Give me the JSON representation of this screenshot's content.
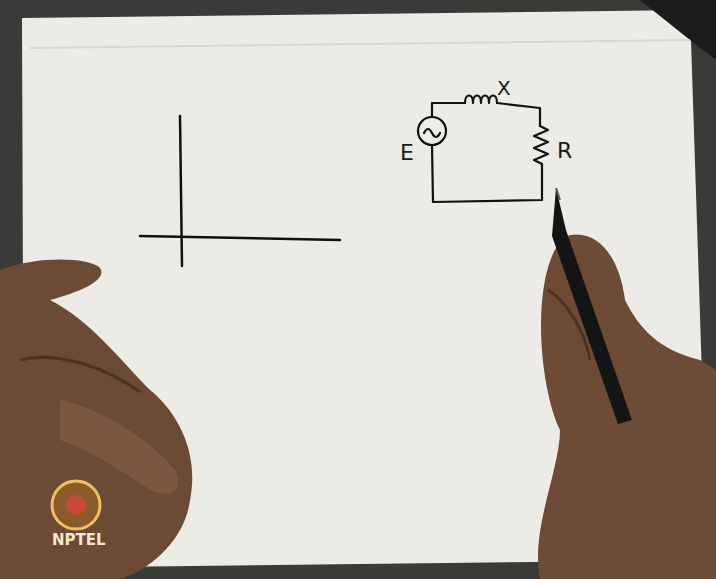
{
  "diagram": {
    "labels": [
      "E",
      "X",
      "R",
      "NPTEL"
    ]
  }
}
